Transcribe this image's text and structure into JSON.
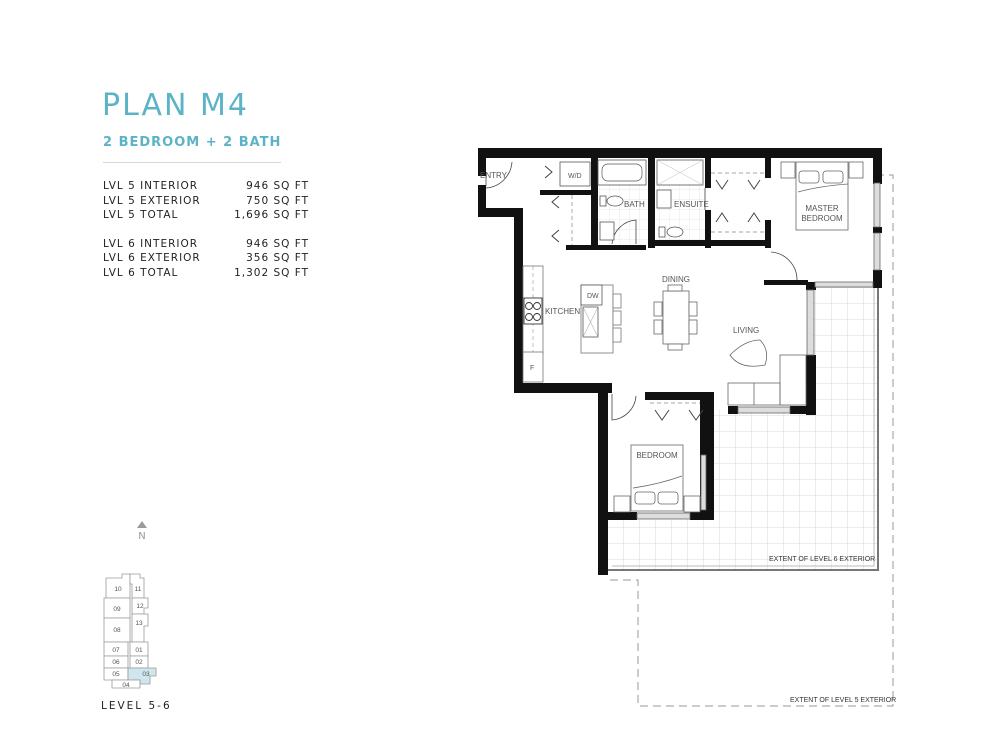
{
  "plan": {
    "title": "PLAN M4",
    "subtitle": "2 BEDROOM + 2 BATH",
    "accent_color": "#5bb4c6"
  },
  "areas": {
    "groups": [
      {
        "rows": [
          {
            "label": "LVL 5 INTERIOR",
            "value": "946 SQ FT"
          },
          {
            "label": "LVL 5 EXTERIOR",
            "value": "750 SQ FT"
          },
          {
            "label": "LVL 5 TOTAL",
            "value": "1,696 SQ FT"
          }
        ]
      },
      {
        "rows": [
          {
            "label": "LVL 6 INTERIOR",
            "value": "946 SQ FT"
          },
          {
            "label": "LVL 6 EXTERIOR",
            "value": "356 SQ FT"
          },
          {
            "label": "LVL 6 TOTAL",
            "value": "1,302 SQ FT"
          }
        ]
      }
    ]
  },
  "compass": {
    "icon": "north-arrow-icon",
    "label": "N"
  },
  "keyplan": {
    "units": [
      "10",
      "11",
      "09",
      "12",
      "08",
      "13",
      "07",
      "01",
      "06",
      "02",
      "05",
      "03",
      "04"
    ],
    "highlighted_unit": "03",
    "highlight_color": "#cfe6ee",
    "level_label": "LEVEL 5-6"
  },
  "floorplan": {
    "rooms": {
      "entry": "ENTRY",
      "wd": "W/D",
      "bath": "BATH",
      "ensuite": "ENSUITE",
      "master_bedroom_1": "MASTER",
      "master_bedroom_2": "BEDROOM",
      "dining": "DINING",
      "kitchen": "KITCHEN",
      "dw": "DW",
      "fridge": "F",
      "living": "LIVING",
      "bedroom": "BEDROOM"
    },
    "annotations": {
      "level6_extent": "EXTENT OF LEVEL 6 EXTERIOR",
      "level5_extent": "EXTENT OF LEVEL 5 EXTERIOR"
    }
  }
}
